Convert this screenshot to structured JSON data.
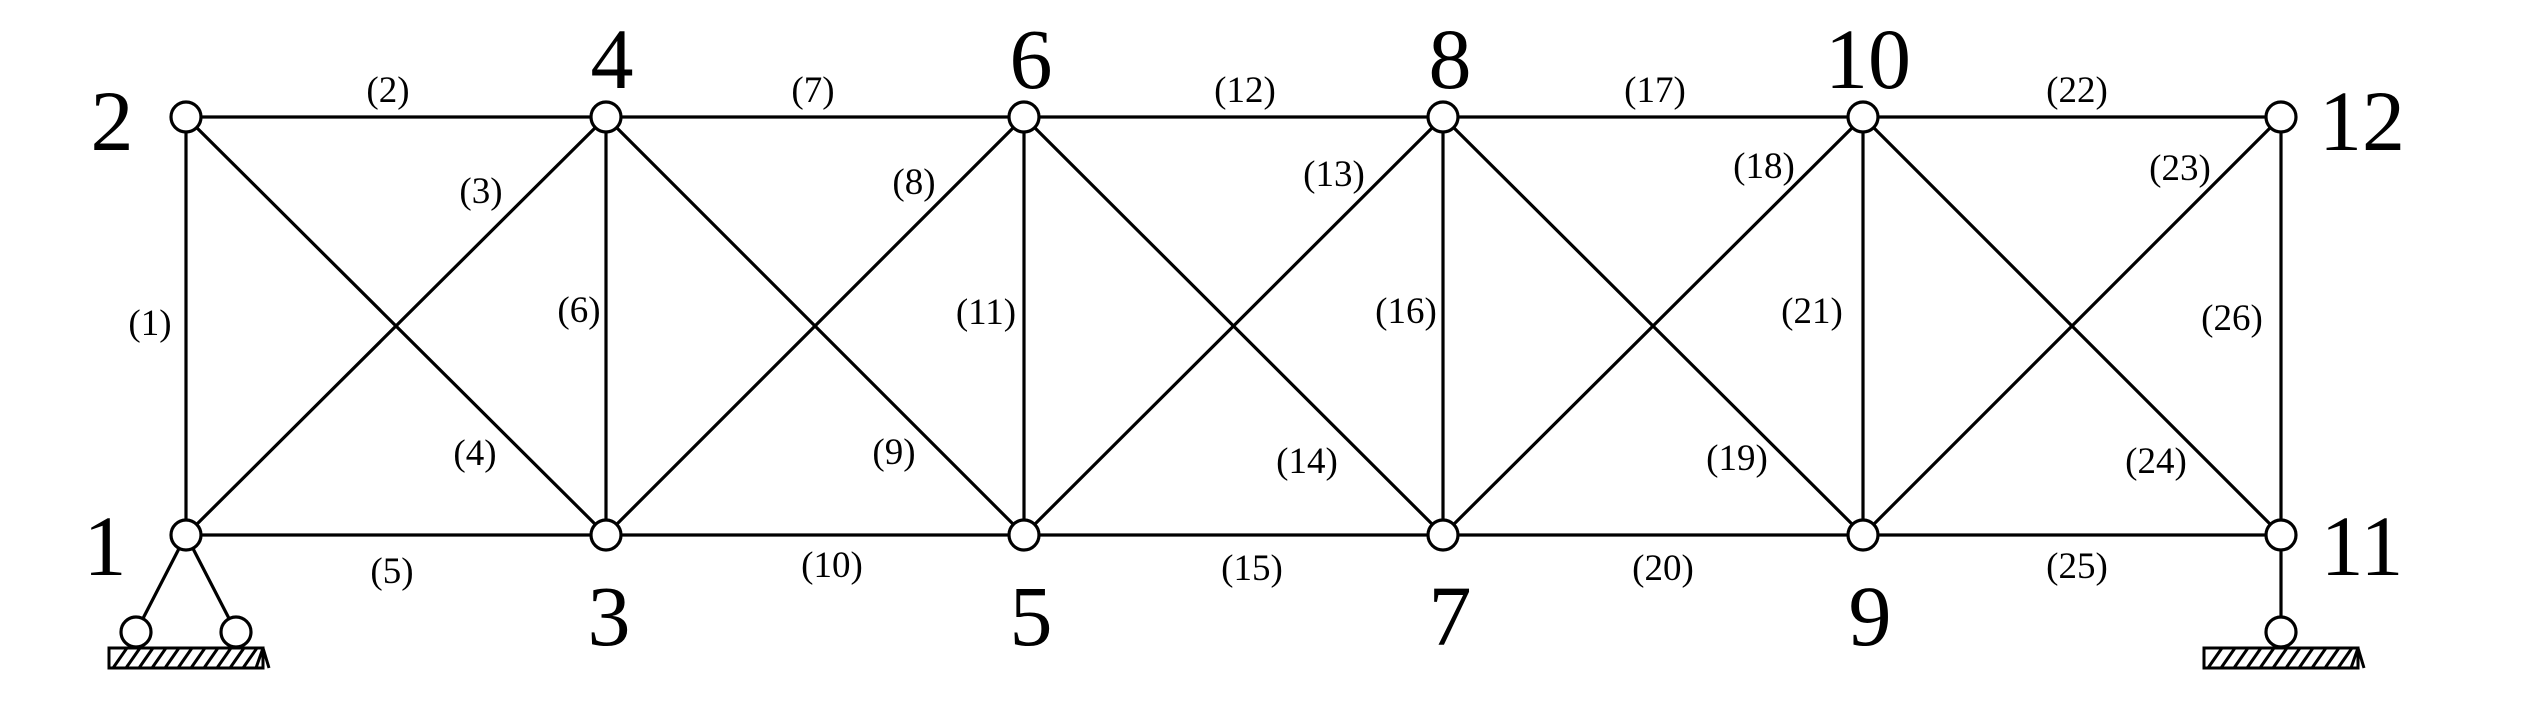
{
  "diagram": {
    "nodes": [
      {
        "id": 1,
        "label": "1"
      },
      {
        "id": 2,
        "label": "2"
      },
      {
        "id": 3,
        "label": "3"
      },
      {
        "id": 4,
        "label": "4"
      },
      {
        "id": 5,
        "label": "5"
      },
      {
        "id": 6,
        "label": "6"
      },
      {
        "id": 7,
        "label": "7"
      },
      {
        "id": 8,
        "label": "8"
      },
      {
        "id": 9,
        "label": "9"
      },
      {
        "id": 10,
        "label": "10"
      },
      {
        "id": 11,
        "label": "11"
      },
      {
        "id": 12,
        "label": "12"
      }
    ],
    "members": [
      {
        "label": "(1)",
        "from": 1,
        "to": 2
      },
      {
        "label": "(2)",
        "from": 2,
        "to": 4
      },
      {
        "label": "(3)",
        "from": 1,
        "to": 4
      },
      {
        "label": "(4)",
        "from": 2,
        "to": 3
      },
      {
        "label": "(5)",
        "from": 1,
        "to": 3
      },
      {
        "label": "(6)",
        "from": 3,
        "to": 4
      },
      {
        "label": "(7)",
        "from": 4,
        "to": 6
      },
      {
        "label": "(8)",
        "from": 3,
        "to": 6
      },
      {
        "label": "(9)",
        "from": 4,
        "to": 5
      },
      {
        "label": "(10)",
        "from": 3,
        "to": 5
      },
      {
        "label": "(11)",
        "from": 5,
        "to": 6
      },
      {
        "label": "(12)",
        "from": 6,
        "to": 8
      },
      {
        "label": "(13)",
        "from": 5,
        "to": 8
      },
      {
        "label": "(14)",
        "from": 6,
        "to": 7
      },
      {
        "label": "(15)",
        "from": 5,
        "to": 7
      },
      {
        "label": "(16)",
        "from": 7,
        "to": 8
      },
      {
        "label": "(17)",
        "from": 8,
        "to": 10
      },
      {
        "label": "(18)",
        "from": 7,
        "to": 10
      },
      {
        "label": "(19)",
        "from": 8,
        "to": 9
      },
      {
        "label": "(20)",
        "from": 7,
        "to": 9
      },
      {
        "label": "(21)",
        "from": 9,
        "to": 10
      },
      {
        "label": "(22)",
        "from": 10,
        "to": 12
      },
      {
        "label": "(23)",
        "from": 9,
        "to": 12
      },
      {
        "label": "(24)",
        "from": 10,
        "to": 11
      },
      {
        "label": "(25)",
        "from": 9,
        "to": 11
      },
      {
        "label": "(26)",
        "from": 11,
        "to": 12
      }
    ],
    "supports": [
      {
        "node": 1,
        "type": "pin"
      },
      {
        "node": 11,
        "type": "roller"
      }
    ]
  }
}
